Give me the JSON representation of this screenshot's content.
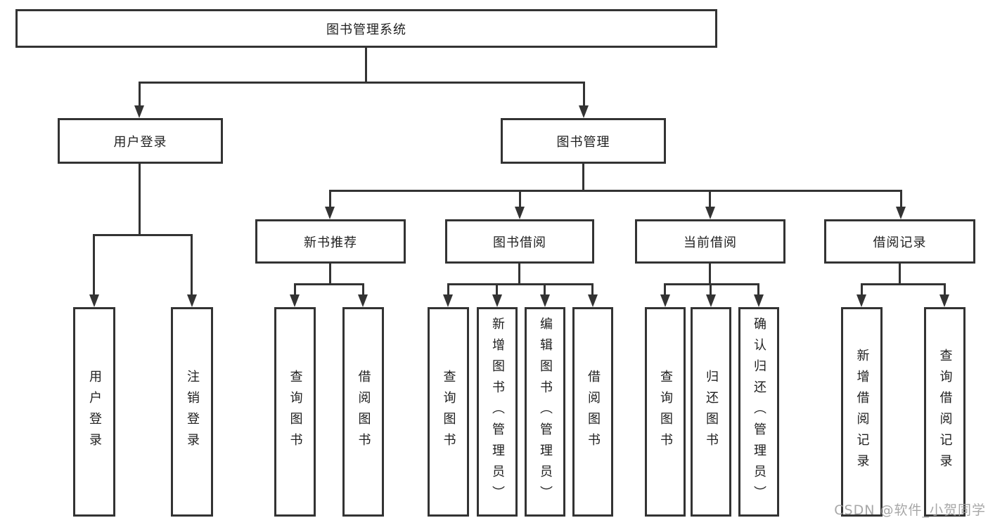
{
  "tree": {
    "label": "图书管理系统",
    "children": [
      {
        "label": "用户登录",
        "children": [
          {
            "label": "用户登录"
          },
          {
            "label": "注销登录"
          }
        ]
      },
      {
        "label": "图书管理",
        "children": [
          {
            "label": "新书推荐",
            "children": [
              {
                "label": "查询图书"
              },
              {
                "label": "借阅图书"
              }
            ]
          },
          {
            "label": "图书借阅",
            "children": [
              {
                "label": "查询图书"
              },
              {
                "label": "新增图书（管理员）"
              },
              {
                "label": "编辑图书（管理员）"
              },
              {
                "label": "借阅图书"
              }
            ]
          },
          {
            "label": "当前借阅",
            "children": [
              {
                "label": "查询图书"
              },
              {
                "label": "归还图书"
              },
              {
                "label": "确认归还（管理员）"
              }
            ]
          },
          {
            "label": "借阅记录",
            "children": [
              {
                "label": "新增借阅记录"
              },
              {
                "label": "查询借阅记录"
              }
            ]
          }
        ]
      }
    ]
  },
  "watermark": "CSDN @软件_小贺同学",
  "colors": {
    "line": "#333333",
    "text": "#1f1f1f",
    "background": "#ffffff",
    "watermark": "#9e9e9e"
  }
}
